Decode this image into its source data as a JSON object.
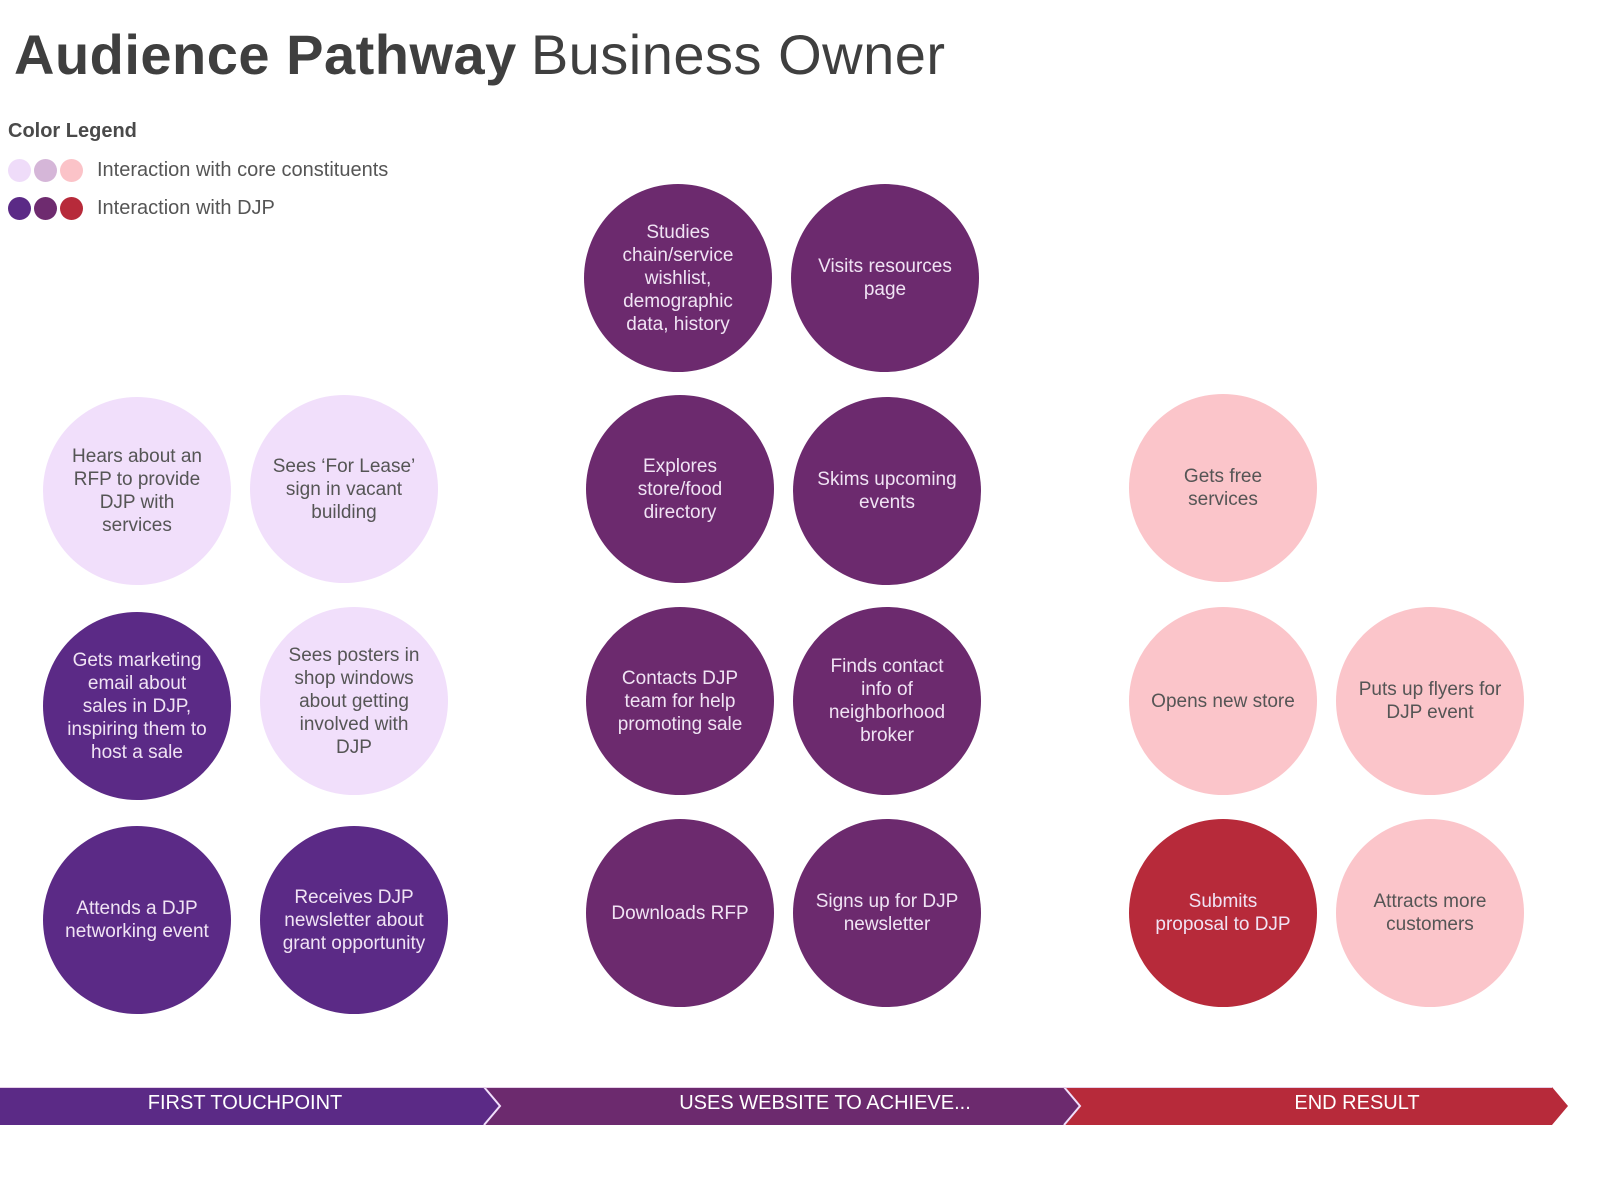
{
  "title": {
    "bold": "Audience Pathway",
    "light": "Business Owner"
  },
  "legend": {
    "heading": "Color Legend",
    "rows": [
      {
        "label": "Interaction with core constituents",
        "colors": [
          "#efdcf9",
          "#d5b6d8",
          "#fbc3c8"
        ]
      },
      {
        "label": "Interaction with DJP",
        "colors": [
          "#5b2a86",
          "#6e2b6f",
          "#b72a3a"
        ]
      }
    ]
  },
  "colors": {
    "core_lavender": "#f1dffb",
    "djp_purple": "#5b2a86",
    "djp_plum": "#6c2a6e",
    "core_pink": "#fbc5ca",
    "djp_red": "#b72a3a"
  },
  "stages": [
    {
      "label": "FIRST TOUCHPOINT",
      "color": "#5b2a86"
    },
    {
      "label": "USES WEBSITE TO ACHIEVE...",
      "color": "#6c2a6e"
    },
    {
      "label": "END RESULT",
      "color": "#b72a3a"
    }
  ],
  "nodes": [
    {
      "id": "hears-rfp",
      "text": "Hears about an RFP to provide DJP with services",
      "stage": "first-touchpoint",
      "type": "core"
    },
    {
      "id": "sees-for-lease",
      "text": "Sees ‘For Lease’ sign in vacant building",
      "stage": "first-touchpoint",
      "type": "core"
    },
    {
      "id": "gets-marketing-email",
      "text": "Gets marketing email about sales in DJP, inspiring them to host a sale",
      "stage": "first-touchpoint",
      "type": "djp"
    },
    {
      "id": "sees-posters",
      "text": "Sees posters in shop windows about getting involved with DJP",
      "stage": "first-touchpoint",
      "type": "core"
    },
    {
      "id": "attends-networking",
      "text": "Attends a DJP networking event",
      "stage": "first-touchpoint",
      "type": "djp"
    },
    {
      "id": "receives-newsletter",
      "text": "Receives DJP newsletter about grant opportunity",
      "stage": "first-touchpoint",
      "type": "djp"
    },
    {
      "id": "studies-wishlist",
      "text": "Studies chain/service wishlist, demographic data, history",
      "stage": "uses-website",
      "type": "djp"
    },
    {
      "id": "visits-resources",
      "text": "Visits resources page",
      "stage": "uses-website",
      "type": "djp"
    },
    {
      "id": "explores-directory",
      "text": "Explores store/food directory",
      "stage": "uses-website",
      "type": "djp"
    },
    {
      "id": "skims-events",
      "text": "Skims upcoming events",
      "stage": "uses-website",
      "type": "djp"
    },
    {
      "id": "contacts-team",
      "text": "Contacts DJP team for help promoting sale",
      "stage": "uses-website",
      "type": "djp"
    },
    {
      "id": "finds-broker",
      "text": "Finds contact info of neighborhood broker",
      "stage": "uses-website",
      "type": "djp"
    },
    {
      "id": "downloads-rfp",
      "text": "Downloads RFP",
      "stage": "uses-website",
      "type": "djp"
    },
    {
      "id": "signs-up-newsletter",
      "text": "Signs up for DJP newsletter",
      "stage": "uses-website",
      "type": "djp"
    },
    {
      "id": "gets-free-services",
      "text": "Gets free services",
      "stage": "end-result",
      "type": "core"
    },
    {
      "id": "opens-store",
      "text": "Opens new store",
      "stage": "end-result",
      "type": "core"
    },
    {
      "id": "puts-up-flyers",
      "text": "Puts up flyers for DJP event",
      "stage": "end-result",
      "type": "core"
    },
    {
      "id": "submits-proposal",
      "text": "Submits proposal to DJP",
      "stage": "end-result",
      "type": "djp"
    },
    {
      "id": "attracts-customers",
      "text": "Attracts more customers",
      "stage": "end-result",
      "type": "core"
    }
  ]
}
